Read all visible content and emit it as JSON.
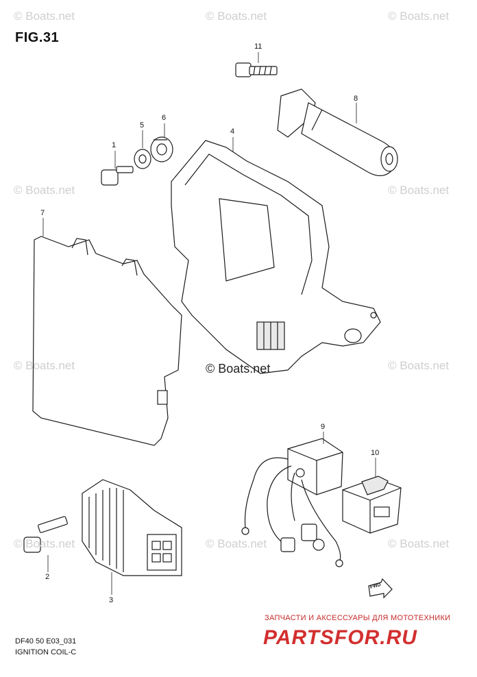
{
  "figure": {
    "title": "FIG.31",
    "code": "DF40 50 E03_031",
    "name": "IGNITION COIL-C"
  },
  "watermarks": {
    "text": "© Boats.net",
    "center_text": "© Boats.net"
  },
  "callouts": [
    "1",
    "2",
    "3",
    "4",
    "5",
    "6",
    "7",
    "8",
    "9",
    "10",
    "11"
  ],
  "shop": {
    "subtitle": "ЗАПЧАСТИ И АКСЕССУАРЫ ДЛЯ МОТОТЕХНИКИ",
    "logo": "PARTSFOR.RU"
  },
  "badge": {
    "text": "FWD"
  }
}
